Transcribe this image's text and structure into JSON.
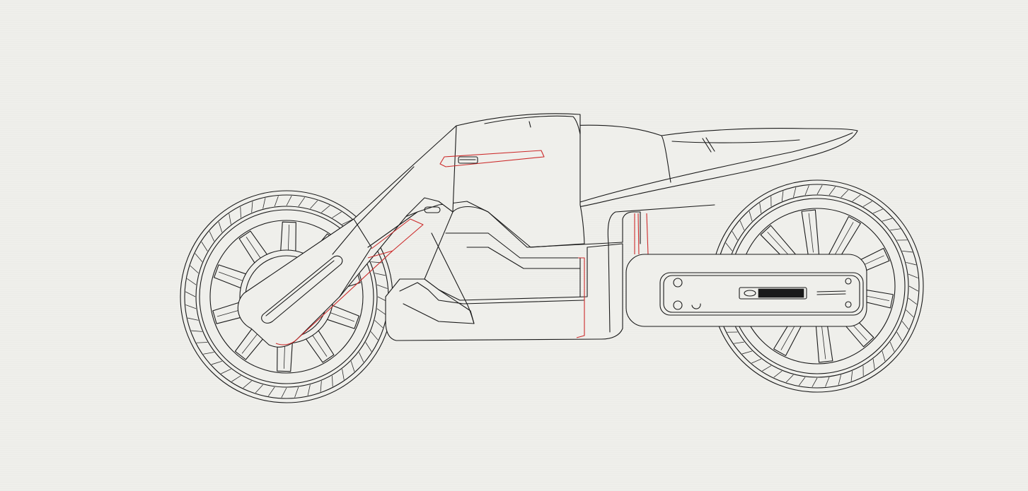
{
  "canvas": {
    "background": "#efefeb"
  },
  "drawing": {
    "subject": "motorcycle-line-drawing",
    "line_color": "#1a1a1a",
    "accent_color": "#cc2a2a",
    "parts": [
      "front-wheel",
      "rear-wheel",
      "front-fork",
      "tank",
      "seat",
      "frame-body",
      "swingarm",
      "badge-slot"
    ]
  }
}
